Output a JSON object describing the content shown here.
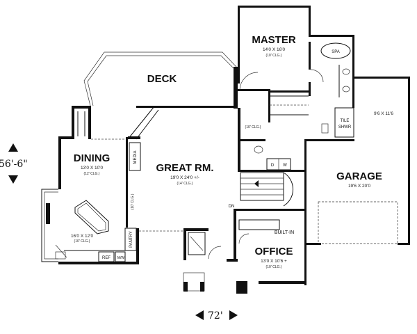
{
  "rooms": {
    "master": {
      "name": "MASTER",
      "size": "14'0 X 16'0",
      "ceiling": "(10' CLG.)"
    },
    "spa": {
      "name": "SPA"
    },
    "deck": {
      "name": "DECK"
    },
    "dining": {
      "name": "DINING",
      "size": "13'0 X 10'0",
      "ceiling": "(12' CLG.)"
    },
    "great_room": {
      "name": "GREAT RM.",
      "size": "19'0 X 24'0 +/-",
      "ceiling": "(14' CLG.)"
    },
    "media": {
      "name": "MEDIA"
    },
    "nook": {
      "size": "16'0 X 12'0",
      "ceiling": "(10' CLG.)"
    },
    "pantry": {
      "name": "PANTRY"
    },
    "ref": {
      "name": "REF"
    },
    "mw": {
      "name": "M/W"
    },
    "garage": {
      "name": "GARAGE",
      "size": "19'6 X 20'0"
    },
    "garage_storage": {
      "size": "9'6 X 11'6"
    },
    "tile_shower": {
      "name_line1": "TILE",
      "name_line2": "SHWR"
    },
    "office": {
      "name": "OFFICE",
      "size": "13'0 X 10'6 +",
      "ceiling": "(10' CLG.)"
    },
    "built_in": {
      "name": "BUILT-IN"
    },
    "hall": {
      "ceiling": "(10' CLG.)"
    },
    "laundry": {
      "d": "D",
      "w": "W"
    },
    "stair": {
      "dn": "DN"
    },
    "vaulted": {
      "ceiling": "(10' CLG.)"
    }
  },
  "dimensions": {
    "depth": "56'-6\"",
    "width": "72'"
  }
}
